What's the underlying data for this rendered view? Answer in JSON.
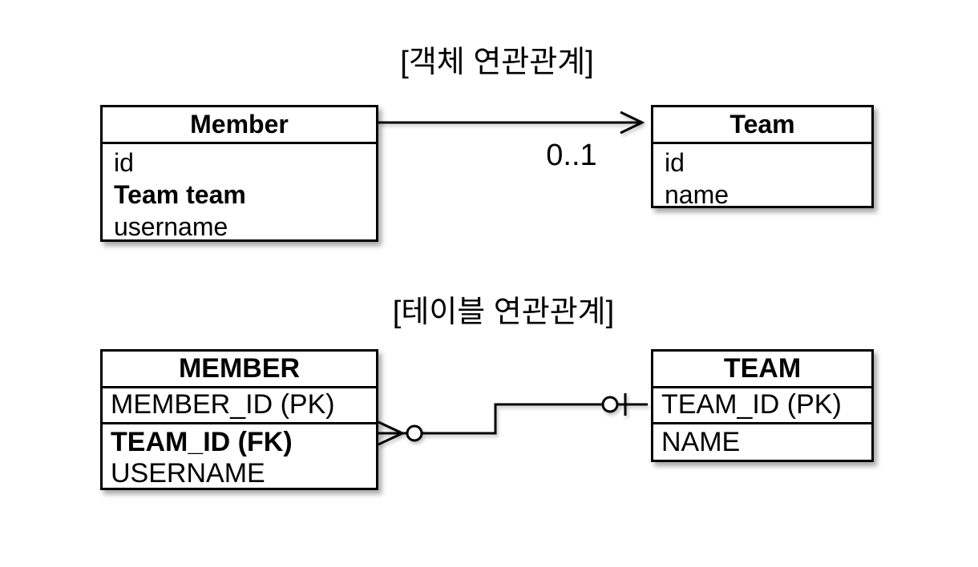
{
  "diagram": {
    "object_section": {
      "title": "[객체 연관관계]",
      "member_class": {
        "title": "Member",
        "fields": [
          "id",
          "Team team",
          "username"
        ]
      },
      "team_class": {
        "title": "Team",
        "fields": [
          "id",
          "name"
        ]
      },
      "association": {
        "multiplicity_label": "0..1",
        "arrow_style": "open-arrowhead",
        "direction": "Member-to-Team"
      }
    },
    "table_section": {
      "title": "[테이블 연관관계]",
      "member_table": {
        "title": "MEMBER",
        "pk_row": "MEMBER_ID (PK)",
        "rows": [
          "TEAM_ID (FK)",
          "USERNAME"
        ]
      },
      "team_table": {
        "title": "TEAM",
        "pk_row": "TEAM_ID (PK)",
        "rows": [
          "NAME"
        ]
      },
      "relationship": {
        "member_end": "zero-or-many (crows-foot with circle)",
        "team_end": "zero-or-one (circle with tick)"
      }
    },
    "colors": {
      "border": "#000000",
      "background": "#ffffff",
      "text": "#000000"
    }
  }
}
